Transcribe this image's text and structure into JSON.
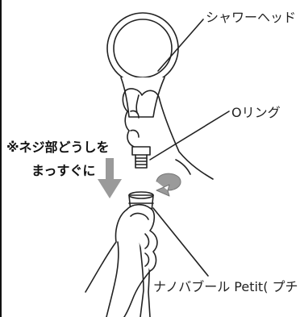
{
  "labels": {
    "shower_head": "シャワーヘッド",
    "o_ring": "Oリング",
    "note_line1": "※ネジ部どうしを",
    "note_line2": "まっすぐに",
    "nano_bubble_petit": "ナノバブール Petit( プチ )"
  },
  "colors": {
    "line": "#222222",
    "arrow_fill": "#9a9a9a",
    "background": "#ffffff"
  }
}
